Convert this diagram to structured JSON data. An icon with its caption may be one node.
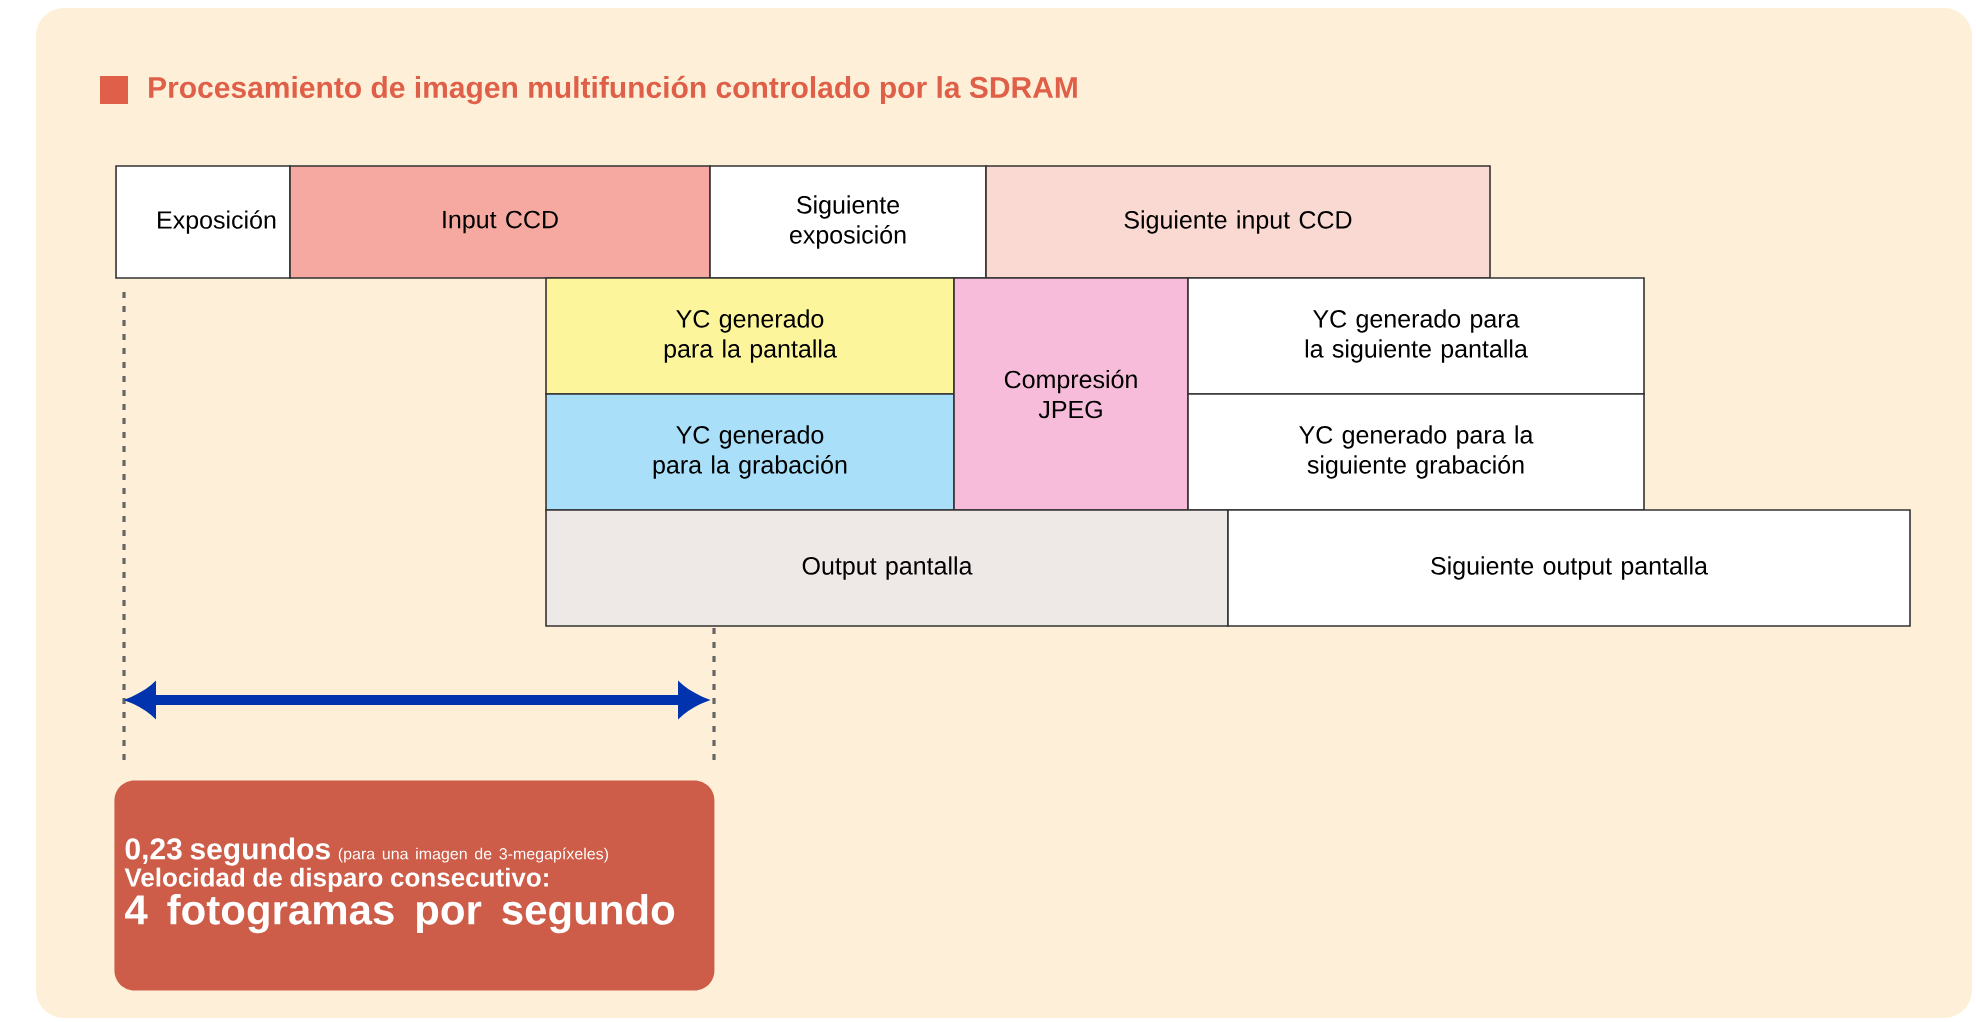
{
  "diagram": {
    "title": "Procesamiento de imagen multifunción controlado por la SDRAM",
    "nodes": [
      {
        "text": [
          "Exposición"
        ]
      },
      {
        "text": [
          "Input CCD"
        ]
      },
      {
        "text": [
          "Siguiente exposición"
        ]
      },
      {
        "text": [
          "Siguiente input CCD"
        ]
      },
      {
        "text": [
          "YC generado para la pantalla"
        ]
      },
      {
        "text": [
          "YC generado para la grabación"
        ]
      },
      {
        "text": [
          "Compresión JPEG"
        ]
      },
      {
        "text": [
          "YC generado para la siguiente pantalla"
        ]
      },
      {
        "text": [
          "YC generado para la siguiente grabación"
        ]
      },
      {
        "text": [
          "Output pantalla"
        ]
      },
      {
        "text": [
          "Siguiente output pantalla"
        ]
      },
      {
        "text": [
          "0,23 segundos",
          "(para una imagen de 3-megapíxeles)",
          "Velocidad de disparo consecutivo:",
          "4 fotogramas por segundo"
        ]
      }
    ]
  }
}
